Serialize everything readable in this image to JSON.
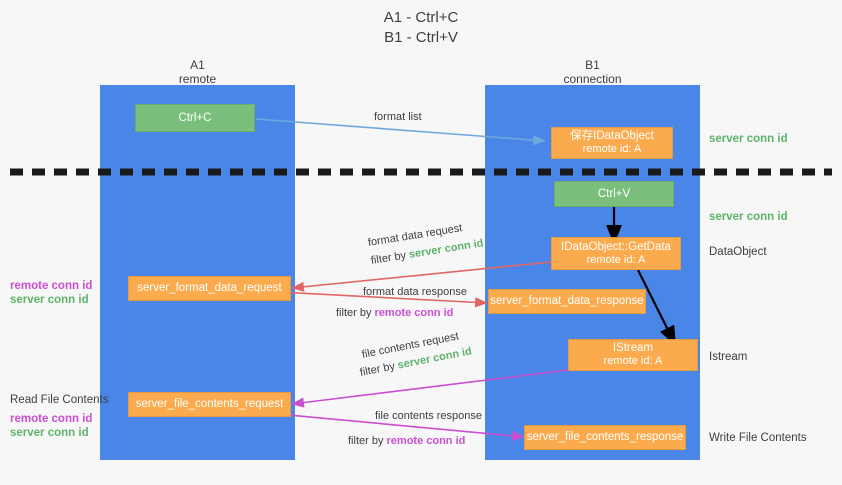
{
  "title": {
    "line1": "A1 - Ctrl+C",
    "line2": "B1 - Ctrl+V"
  },
  "columns": [
    {
      "name": "A1",
      "role": "remote"
    },
    {
      "name": "B1",
      "role": "connection"
    }
  ],
  "nodes": {
    "ctrl_c": {
      "label": "Ctrl+C"
    },
    "save_dataobject": {
      "line1": "保存IDataObject",
      "line2": "remote id: A"
    },
    "ctrl_v": {
      "label": "Ctrl+V"
    },
    "getdata": {
      "line1": "IDataObject::GetData",
      "line2": "remote id: A"
    },
    "istream": {
      "line1": "IStream",
      "line2": "remote id: A"
    },
    "server_format_data_request": {
      "label": "server_format_data_request"
    },
    "server_format_data_response": {
      "label": "server_format_data_response"
    },
    "server_file_contents_request": {
      "label": "server_file_contents_request"
    },
    "server_file_contents_response": {
      "label": "server_file_contents_response"
    }
  },
  "edges": {
    "format_list": {
      "label": "format list"
    },
    "format_data_request": {
      "label": "format data request",
      "filter_prefix": "filter by ",
      "filter_token": "server conn id"
    },
    "format_data_response": {
      "label": "format data response",
      "filter_prefix": "filter by ",
      "filter_token": "remote conn id"
    },
    "file_contents_request": {
      "label": "file contents request",
      "filter_prefix": "filter by ",
      "filter_token": "server conn id"
    },
    "file_contents_response": {
      "label": "file contents response",
      "filter_prefix": "filter by ",
      "filter_token": "remote conn id"
    }
  },
  "annotations": {
    "right_server_conn_1": "server conn id",
    "right_server_conn_2": "server conn id",
    "right_dataobject": "DataObject",
    "right_istream": "Istream",
    "right_write_file_contents": "Write File Contents",
    "left_remote_conn_1": "remote conn id",
    "left_server_conn_1": "server conn id",
    "left_read_file_contents": "Read File Contents",
    "left_remote_conn_2": "remote conn id",
    "left_server_conn_2": "server conn id"
  },
  "colors": {
    "lane": "#4a86e8",
    "green_node": "#7ac07c",
    "orange_node": "#fbab4e",
    "server_token": "#5eb36b",
    "remote_token": "#c94fd1",
    "divider": "#1a1a1a",
    "arrow_blue": "#6fa8dc",
    "arrow_red": "#e06666",
    "arrow_magenta": "#c94fd1",
    "arrow_black": "#000000"
  }
}
